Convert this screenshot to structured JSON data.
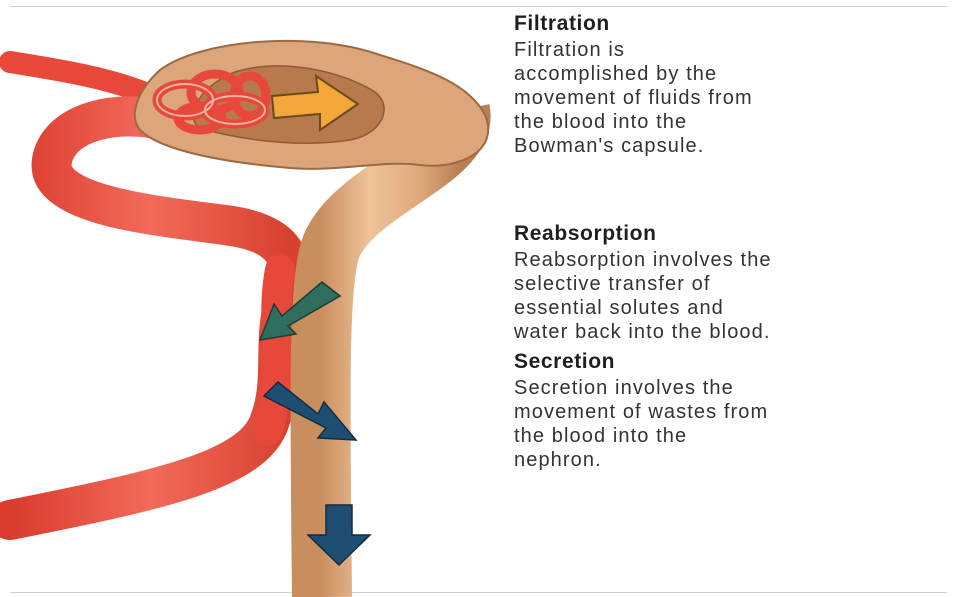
{
  "colors": {
    "blood_vessel": "#e8483a",
    "blood_vessel_light": "#f26a5a",
    "nephron_tube": "#dca57a",
    "nephron_tube_light": "#efc39a",
    "capsule_inner": "#b87a4c",
    "filtration_arrow": "#f4a63a",
    "reabsorption_arrow": "#2f6e5e",
    "secretion_arrow": "#1e4e72",
    "text": "#333333"
  },
  "icons": {
    "filtration": "arrow-right-icon",
    "reabsorption": "arrow-down-left-icon",
    "secretion_side": "arrow-down-right-icon",
    "secretion_down": "arrow-down-icon"
  },
  "sections": {
    "filtration": {
      "heading": "Filtration",
      "body": "Filtration is\naccomplished by the\nmovement of fluids from\nthe blood into the\nBowman's capsule."
    },
    "reabsorption": {
      "heading": "Reabsorption",
      "body": "Reabsorption involves the\nselective transfer of\nessential solutes and\nwater back into the blood."
    },
    "secretion": {
      "heading": "Secretion",
      "body": "Secretion involves the\nmovement of wastes from\nthe blood into the\nnephron."
    }
  }
}
